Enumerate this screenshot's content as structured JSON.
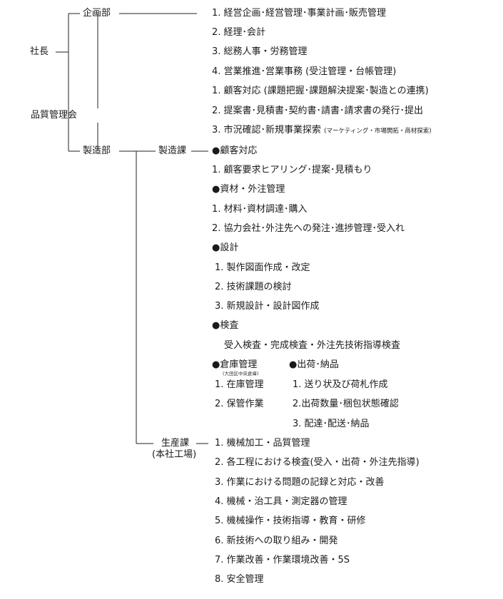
{
  "nodes": {
    "president": "社長",
    "planning": "企画部",
    "quality": "品質管理会",
    "manufacturing": "製造部",
    "production_div": "製造課",
    "factory_line1": "生産課",
    "factory_line2": "(本社工場)"
  },
  "planning_duties": [
    "1. 経営企画･経営管理･事業計画･販売管理",
    "2. 経理･会計",
    "3. 総務人事・労務管理",
    "4. 営業推進･営業事務 (受注管理・台帳管理)",
    "1. 顧客対応 (課題把握･課題解決提案･製造との連携)",
    "2. 提案書･見積書･契約書･請書･請求書の発行･提出",
    "3. 市況確認･新規事業探索"
  ],
  "planning_duty_note": "(マーケティング・市場開拓・商材探索)",
  "seizo": {
    "customer_header": "●顧客対応",
    "customer_items": [
      "1. 顧客要求ヒアリング･提案･見積もり"
    ],
    "materials_header": "●資材・外注管理",
    "materials_items": [
      "1. 材料･資材調達･購入",
      "2. 協力会社･外注先への発注･進捗管理･受入れ"
    ],
    "design_header": "●設計",
    "design_items": [
      "1. 製作図面作成・改定",
      "2. 技術課題の検討",
      "3. 新規設計・設計図作成"
    ],
    "inspection_header": "●検査",
    "inspection_text": "受入検査・完成検査・外注先技術指導検査",
    "warehouse_header": "●倉庫管理",
    "warehouse_note": "(大田区中央倉庫)",
    "warehouse_items": [
      "1. 在庫管理",
      "2. 保管作業"
    ],
    "shipping_header": "●出荷･納品",
    "shipping_items": [
      "1. 送り状及び荷札作成",
      "2.出荷数量･梱包状態確認",
      "3. 配達･配送･納品"
    ]
  },
  "seisan_items": [
    "1. 機械加工・品質管理",
    "2. 各工程における検査(受入・出荷・外注先指導)",
    "3. 作業における問題の記録と対応・改善",
    "4. 機械・治工具・測定器の管理",
    "5. 機械操作・技術指導・教育・研修",
    "6. 新技術への取り組み・開発",
    "7. 作業改善・作業環境改善・5S",
    "8. 安全管理"
  ]
}
